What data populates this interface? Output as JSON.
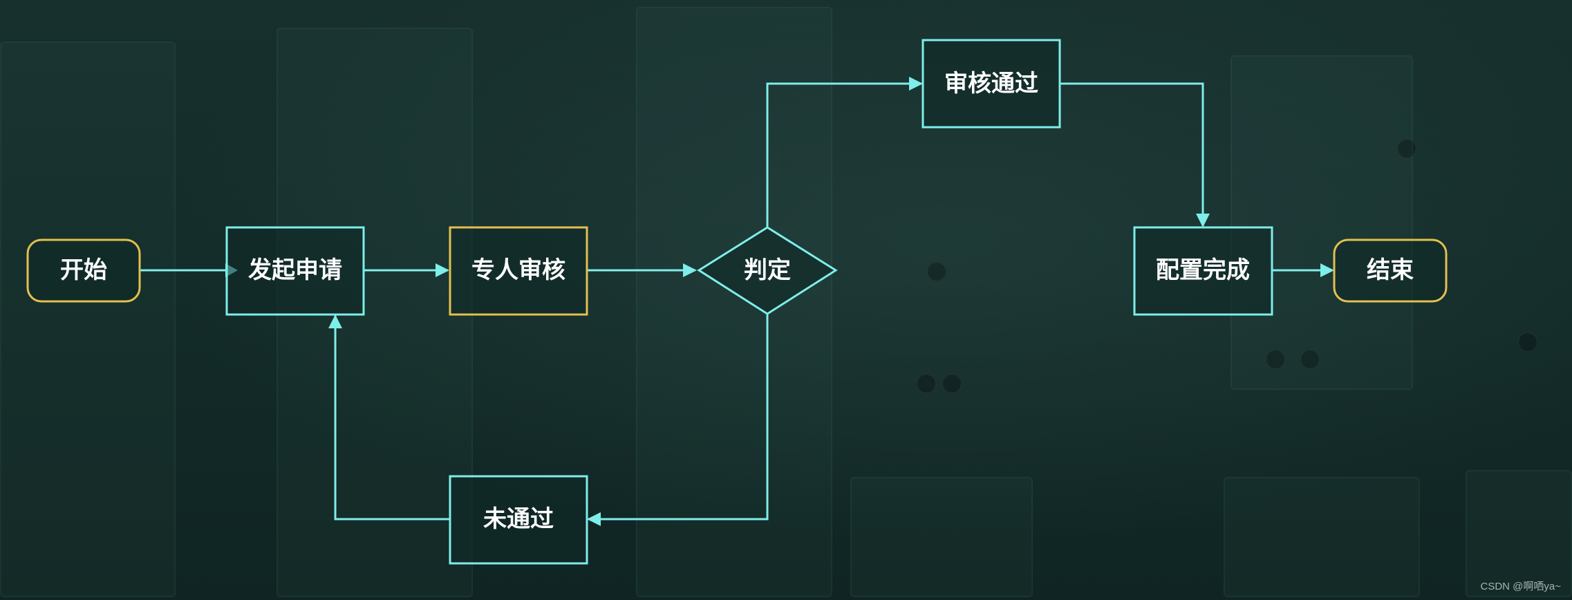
{
  "nodes": {
    "start": "开始",
    "submit": "发起申请",
    "review": "专人审核",
    "decision": "判定",
    "approved": "审核通过",
    "rejected": "未通过",
    "configured": "配置完成",
    "end": "结束"
  },
  "colors": {
    "line": "#7eeeea",
    "terminal_border": "#e3c04f",
    "review_border": "#e3c04f",
    "box_border": "#7eeeea"
  },
  "watermark": "CSDN @啊哂ya~"
}
